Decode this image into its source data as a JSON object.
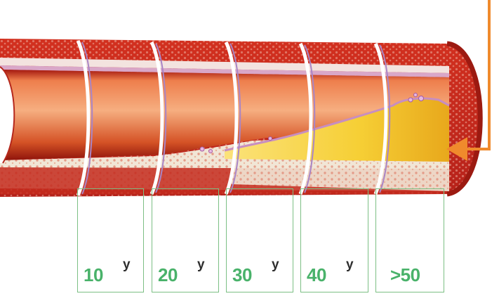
{
  "diagram": {
    "stages": [
      {
        "number": "10",
        "unit": "y"
      },
      {
        "number": "20",
        "unit": "y"
      },
      {
        "number": "30",
        "unit": "y"
      },
      {
        "number": "40",
        "unit": "y"
      },
      {
        "number": ">50",
        "unit": ""
      }
    ],
    "colors": {
      "vessel_wall": "#c8281e",
      "lumen": "#e8743a",
      "plaque": "#f2cf3c",
      "fatty_layer": "#f1e6d6",
      "box_border": "#7cbf84",
      "age_text": "#49b26a",
      "arrow": "#f08a2c"
    }
  }
}
